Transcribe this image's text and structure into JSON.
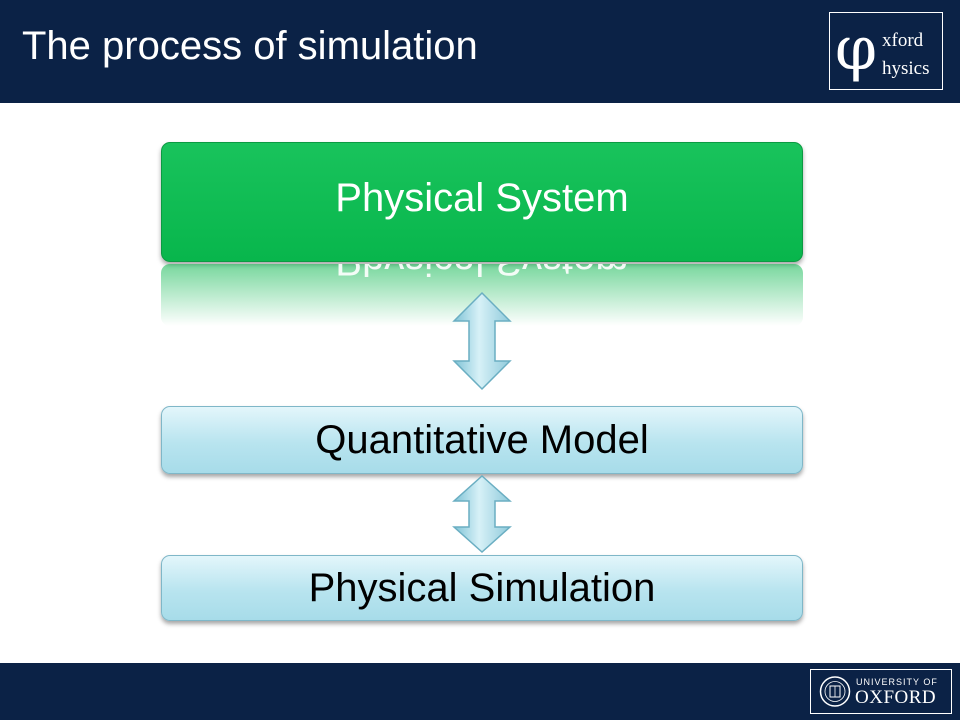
{
  "slide": {
    "title": "The process of simulation"
  },
  "logo": {
    "symbol": "φ",
    "line1": "xford",
    "line2": "hysics"
  },
  "diagram": {
    "nodes": [
      {
        "id": "physical-system",
        "label": "Physical System"
      },
      {
        "id": "quantitative-model",
        "label": "Quantitative Model"
      },
      {
        "id": "physical-simulation",
        "label": "Physical Simulation"
      }
    ]
  },
  "footer": {
    "university_small": "UNIVERSITY OF",
    "university_big": "OXFORD"
  },
  "colors": {
    "header_bg": "#0b2246",
    "green_box": "#08b64c",
    "blue_box": "#b8e4ef",
    "arrow": "#a6d9e6"
  }
}
